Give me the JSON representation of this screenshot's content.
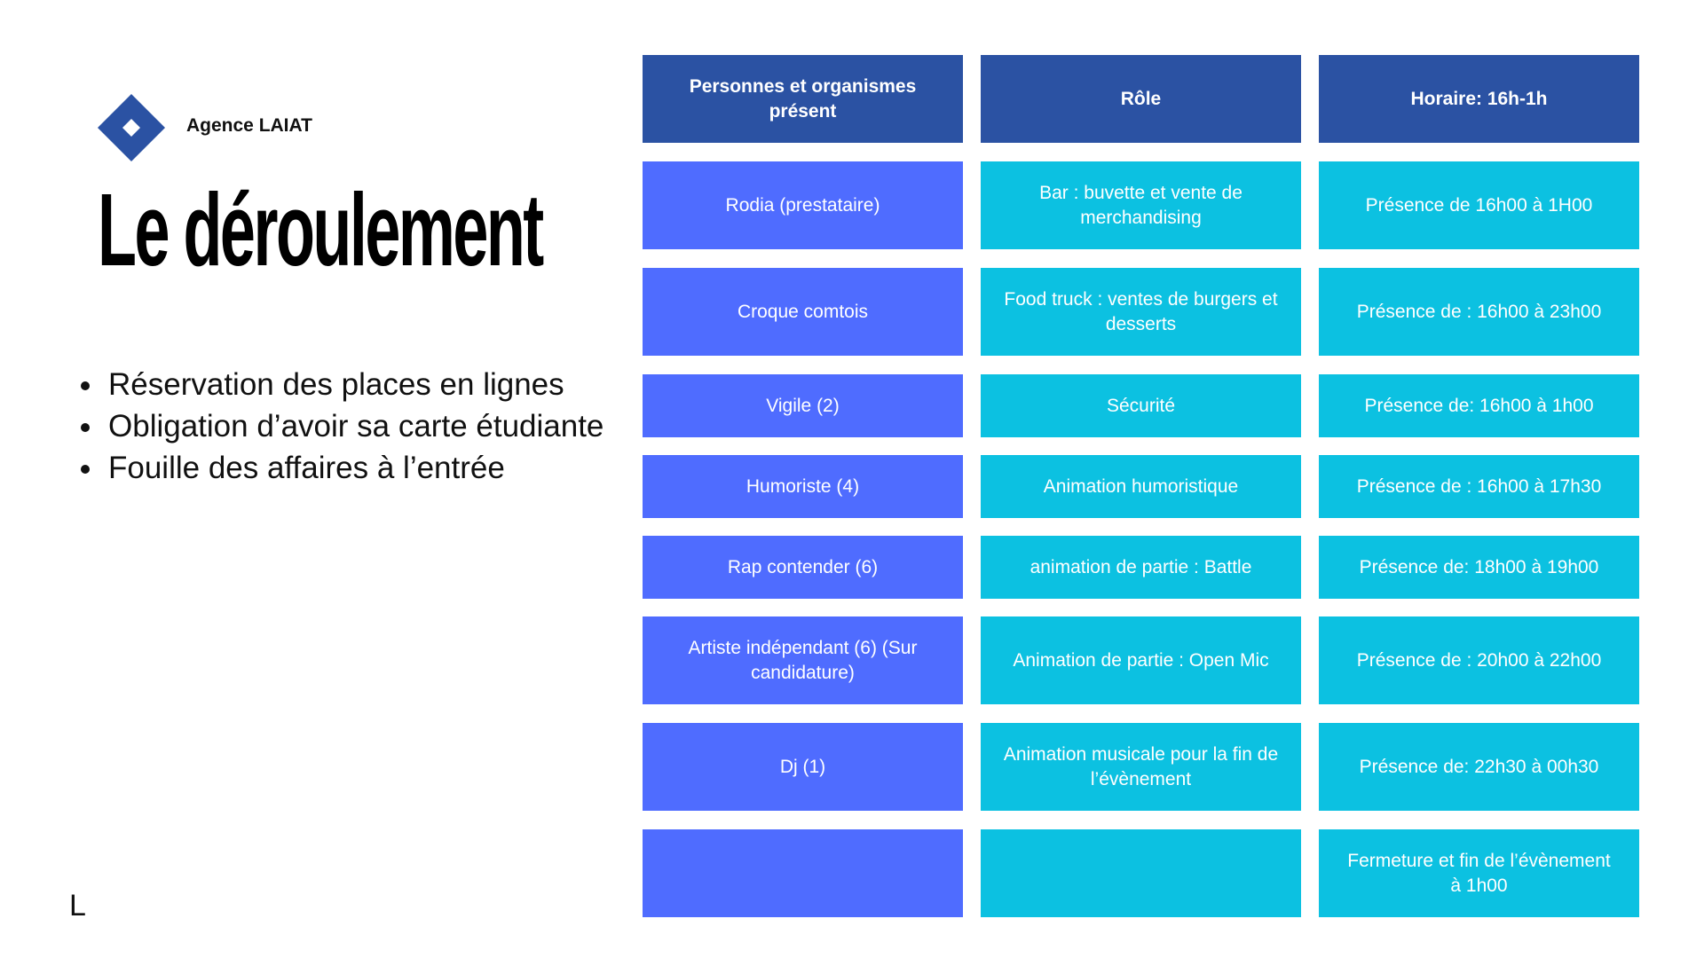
{
  "brand": {
    "name": "Agence LAIAT",
    "logo_icon": "diamond-logo-icon",
    "logo_color": "#2b52a3"
  },
  "title": "Le déroulement",
  "bullets": [
    "Réservation des places en lignes",
    "Obligation d’avoir sa carte étudiante",
    "Fouille des affaires à l’entrée"
  ],
  "footer_letter": "L",
  "colors": {
    "header_bg": "#2b52a3",
    "person_bg": "#4f6cff",
    "role_bg": "#0cc1e1",
    "schedule_bg": "#0cc1e1"
  },
  "table": {
    "headers": [
      "Personnes et organismes présent",
      "Rôle",
      "Horaire: 16h-1h"
    ],
    "rows": [
      [
        "Rodia (prestataire)",
        "Bar : buvette et vente de merchandising",
        "Présence de 16h00 à 1H00"
      ],
      [
        "Croque comtois",
        "Food truck : ventes de burgers et desserts",
        "Présence de : 16h00 à 23h00"
      ],
      [
        "Vigile (2)",
        "Sécurité",
        "Présence de: 16h00 à 1h00"
      ],
      [
        "Humoriste (4)",
        "Animation humoristique",
        "Présence de : 16h00 à 17h30"
      ],
      [
        "Rap contender (6)",
        "animation de partie : Battle",
        "Présence de:  18h00 à 19h00"
      ],
      [
        "Artiste indépendant (6) (Sur candidature)",
        "Animation de partie : Open Mic",
        "Présence de : 20h00 à 22h00"
      ],
      [
        "Dj (1)",
        "Animation musicale pour la fin de l’évènement",
        "Présence de: 22h30 à 00h30"
      ],
      [
        "",
        "",
        "Fermeture et fin de l’évènement à 1h00"
      ]
    ]
  }
}
